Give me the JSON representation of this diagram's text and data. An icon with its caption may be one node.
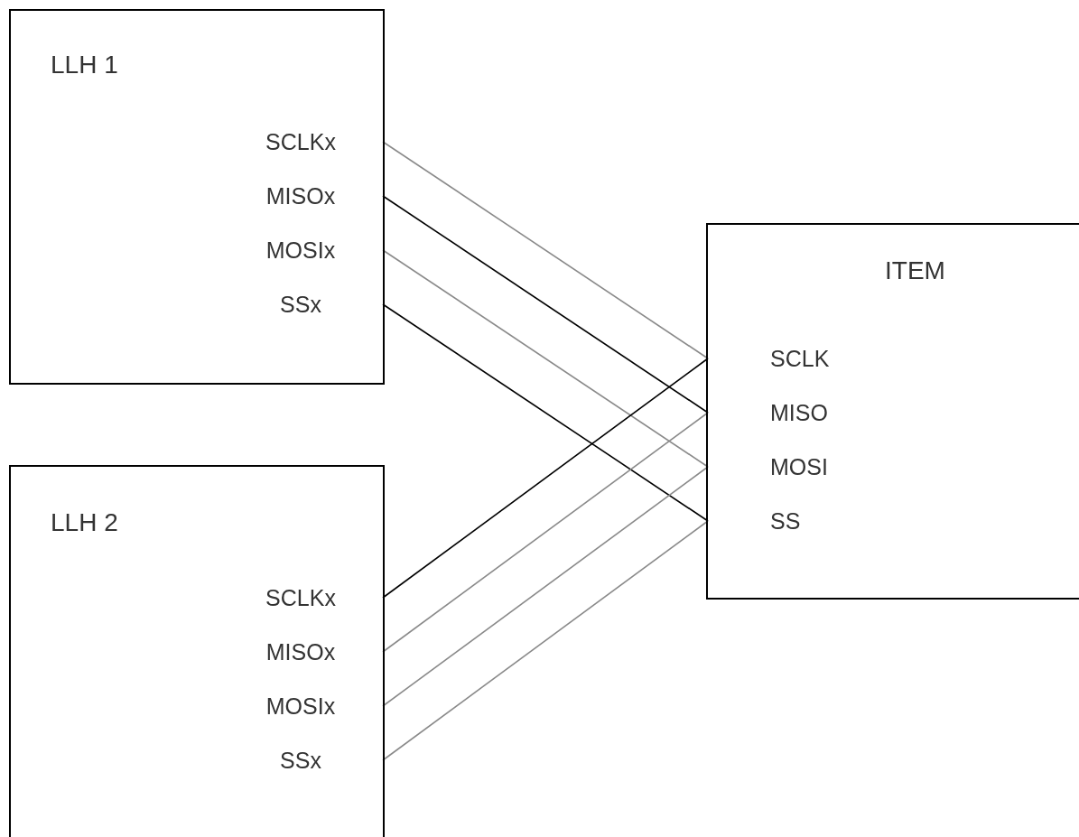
{
  "diagram": {
    "nodes": [
      {
        "text": [
          "LLH 1"
        ]
      },
      {
        "text": [
          "SCLKx"
        ],
        "in": 0
      },
      {
        "text": [
          "MISOx"
        ],
        "in": 0
      },
      {
        "text": [
          "MOSIx"
        ],
        "in": 0
      },
      {
        "text": [
          "SSx"
        ],
        "in": 0
      },
      {
        "text": [
          "LLH 2"
        ]
      },
      {
        "text": [
          "SCLKx"
        ],
        "in": 5
      },
      {
        "text": [
          "MISOx"
        ],
        "in": 5
      },
      {
        "text": [
          "MOSIx"
        ],
        "in": 5
      },
      {
        "text": [
          "SSx"
        ],
        "in": 5
      },
      {
        "text": [
          "ITEM"
        ]
      },
      {
        "text": [
          "SCLK"
        ],
        "in": 10
      },
      {
        "text": [
          "MISO"
        ],
        "in": 10
      },
      {
        "text": [
          "MOSI"
        ],
        "in": 10
      },
      {
        "text": [
          "SS"
        ],
        "in": 10
      }
    ],
    "edges": [
      {
        "from": 1,
        "to": 11,
        "arrow": "none"
      },
      {
        "from": 2,
        "to": 12,
        "arrow": "none",
        "color": "#000000"
      },
      {
        "from": 3,
        "to": 13,
        "arrow": "none"
      },
      {
        "from": 4,
        "to": 14,
        "arrow": "none",
        "color": "#000000"
      },
      {
        "from": 6,
        "to": 11,
        "arrow": "none",
        "color": "#000000"
      },
      {
        "from": 7,
        "to": 12,
        "arrow": "none"
      },
      {
        "from": 8,
        "to": 13,
        "arrow": "none"
      },
      {
        "from": 9,
        "to": 14,
        "arrow": "none"
      }
    ]
  }
}
